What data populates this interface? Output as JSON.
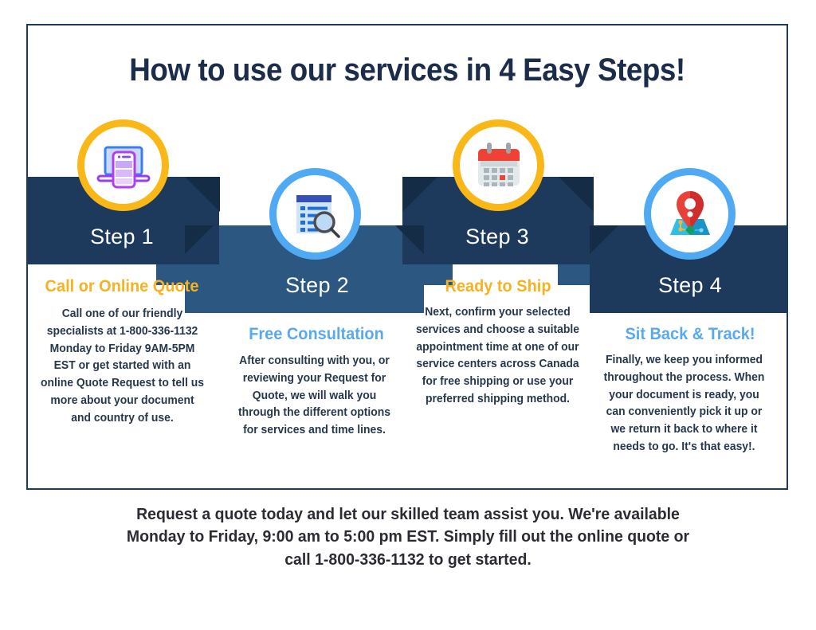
{
  "title": "How to use our services in 4 Easy Steps!",
  "steps": [
    {
      "step_label": "Step 1",
      "heading": "Call or Online Quote",
      "body": "Call one of our friendly specialists at 1-800-336-1132 Monday to Friday 9AM-5PM EST or get started with an online Quote Request to tell us more about your document and country of use.",
      "icon": "laptop-phone-icon",
      "ring_color": "#f9b718",
      "band_color": "#1d3a5c",
      "heading_color": "#f6b221"
    },
    {
      "step_label": "Step 2",
      "heading": "Free Consultation",
      "body": "After consulting with you, or reviewing your Request for Quote, we will walk you through the different options for services and time lines.",
      "icon": "document-magnifier-icon",
      "ring_color": "#4fa9f3",
      "band_color": "#2b5781",
      "heading_color": "#58a9f0"
    },
    {
      "step_label": "Step 3",
      "heading": "Ready to Ship",
      "body": "Next, confirm your selected services and choose a suitable appointment time at one of our service centers across Canada for free shipping or use your preferred shipping method.",
      "icon": "calendar-icon",
      "ring_color": "#f9b718",
      "band_color": "#1d3a5c",
      "heading_color": "#f6b221"
    },
    {
      "step_label": "Step 4",
      "heading": "Sit Back & Track!",
      "body": "Finally, we keep you informed throughout the process. When your document is ready, you can conveniently pick it up or we return it back to where it needs to go. It's that easy!.",
      "icon": "map-pin-icon",
      "ring_color": "#4fa9f3",
      "band_color": "#1d3a5c",
      "heading_color": "#58a9f0"
    }
  ],
  "footer": "Request a quote today and let our skilled team assist you. We're available Monday to Friday, 9:00 am to 5:00 pm EST. Simply fill out the online quote or call 1-800-336-1132 to get started.",
  "colors": {
    "navy": "#1d3a5c",
    "navy_fold": "#142c46",
    "blue": "#2b5781",
    "blue_fold": "#1d3f63",
    "gold": "#f9b718",
    "cyan": "#4fa9f3",
    "title_navy": "#1b2d4a",
    "body_text": "#27384d",
    "footer_text": "#2b2b33"
  }
}
